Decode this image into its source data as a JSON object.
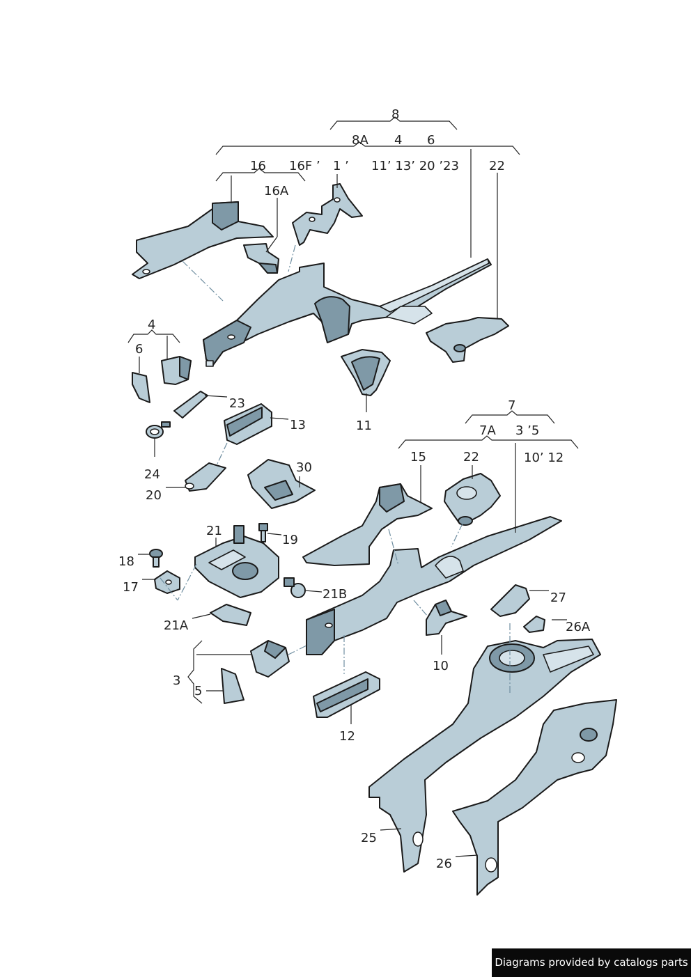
{
  "labels": {
    "l8": "8",
    "l8a": "8A",
    "l8a_4": "4",
    "l8a_6": "6",
    "l16": "16",
    "l16f": "16F ’",
    "l1": "1 ’",
    "l11": "11’ 13’ 20 ’23",
    "l22top": "22",
    "l16a": "16A",
    "l4": "4",
    "l6": "6",
    "l23": "23",
    "l13": "13",
    "l11b": "11",
    "l24": "24",
    "l30": "30",
    "l20": "20",
    "l7": "7",
    "l7a": "7A",
    "l35": "3 ’5",
    "l15": "15",
    "l22mid": "22",
    "l1012": "10’ 12",
    "l21": "21",
    "l19": "19",
    "l18": "18",
    "l17": "17",
    "l21b": "21B",
    "l27": "27",
    "l21a": "21A",
    "l26a": "26A",
    "l10": "10",
    "l3": "3",
    "l5": "5",
    "l12": "12",
    "l25": "25",
    "l26": "26"
  },
  "footer": {
    "text": "Diagrams provided by catalogs parts"
  }
}
